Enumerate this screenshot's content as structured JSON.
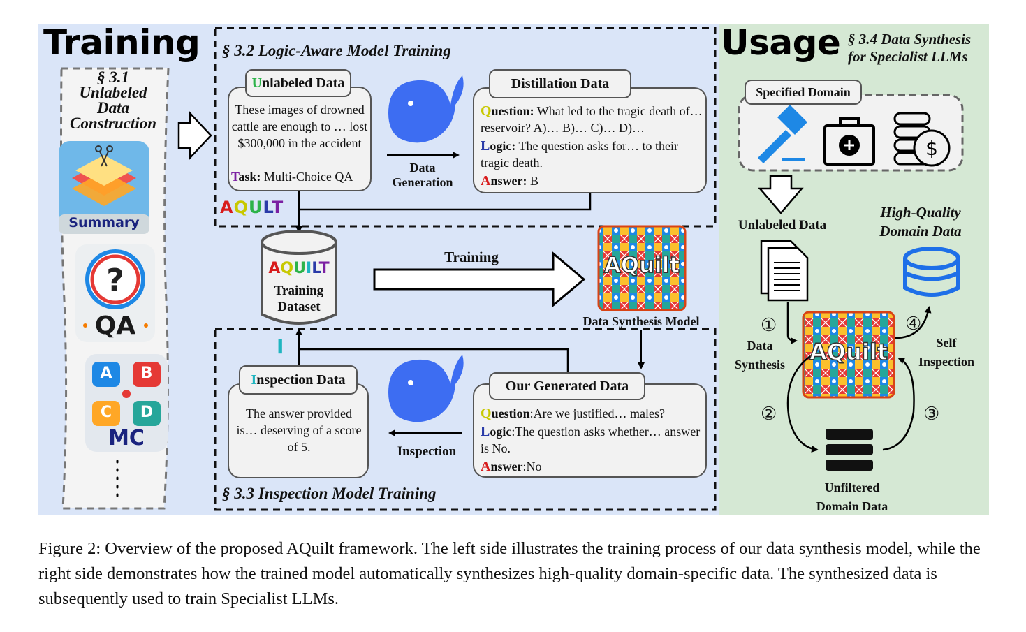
{
  "training": {
    "title": "Training",
    "s31": {
      "title_lines": [
        "§ 3.1",
        "Unlabeled",
        "Data",
        "Construction"
      ],
      "icon_summary": "Summary",
      "icon_qa": "QA",
      "icon_mc": "MC",
      "mc_letters": [
        "A",
        "B",
        "C",
        "D"
      ],
      "more": "⋮"
    },
    "s32": {
      "title": "§ 3.2 Logic-Aware Model Training",
      "unlabeled": {
        "label_first": "U",
        "label_rest": "nlabeled Data",
        "text": "These images of drowned cattle are enough to … lost $300,000 in the accident",
        "task_first": "T",
        "task_key": "ask:",
        "task_val": " Multi-Choice QA"
      },
      "data_generation": [
        "Data",
        "Generation"
      ],
      "distillation": {
        "label": "Distillation Data",
        "q_first": "Q",
        "q_key": "uestion:",
        "q_val": " What led to the tragic death of… reservoir? A)… B)… C)… D)…",
        "l_first": "L",
        "l_key": "ogic:",
        "l_val": " The question asks for… to their tragic death.",
        "a_first": "A",
        "a_key": "nswer:",
        "a_val": " B"
      },
      "aqult": [
        "A",
        "Q",
        "U",
        "L",
        "T"
      ]
    },
    "dataset": {
      "letters": [
        "A",
        "Q",
        "U",
        "I",
        "L",
        "T"
      ],
      "line1": "Training",
      "line2": "Dataset"
    },
    "training_label": "Training",
    "model_label": "Data Synthesis Model",
    "logo_text": "AQuilt",
    "s33": {
      "title": "§ 3.3 Inspection Model Training",
      "i_letter": "I",
      "inspection": {
        "label_first": "I",
        "label_rest": "nspection Data",
        "text": "The answer provided is… deserving of a score of 5."
      },
      "inspection_label": "Inspection",
      "generated": {
        "label": "Our Generated Data",
        "q_first": "Q",
        "q_key": "uestion",
        "q_val": ":Are we justified… males?",
        "l_first": "L",
        "l_key": "ogic",
        "l_val": ":The question asks whether… answer is No.",
        "a_first": "A",
        "a_key": "nswer",
        "a_val": ":No"
      }
    }
  },
  "usage": {
    "title": "Usage",
    "s34": [
      "§ 3.4 Data Synthesis",
      "for Specialist LLMs"
    ],
    "specified_domain": "Specified Domain",
    "domain_icons": [
      "gavel-icon",
      "medical-kit-icon",
      "coins-dollar-icon"
    ],
    "unlabeled_data": "Unlabeled Data",
    "hq": [
      "High-Quality",
      "Domain Data"
    ],
    "steps": [
      "①",
      "②",
      "③",
      "④"
    ],
    "data_synthesis": [
      "Data",
      "Synthesis"
    ],
    "self_inspection": [
      "Self",
      "Inspection"
    ],
    "unfiltered": [
      "Unfiltered",
      "Domain Data"
    ],
    "logo_text": "AQuilt"
  },
  "colors": {
    "Q": "#c8c800",
    "U": "#2db34a",
    "I": "#1fb5c0",
    "L": "#2a3ba8",
    "T": "#7b1fa2",
    "A": "#d81b1b",
    "whale": "#3d6df2",
    "db": "#1e6fe8"
  },
  "caption": "Figure 2:  Overview of the proposed AQuilt framework. The left side illustrates the training process of our data synthesis model, while the right side demonstrates how the trained model automatically synthesizes high-quality domain-specific data. The synthesized data is subsequently used to train Specialist LLMs."
}
